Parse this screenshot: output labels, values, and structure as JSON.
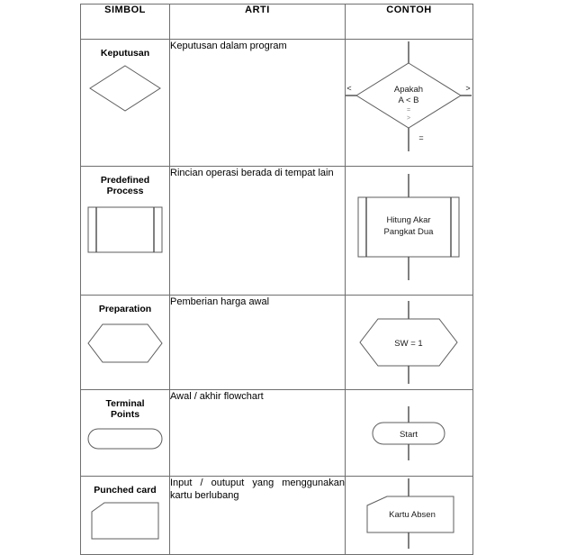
{
  "table": {
    "headers": [
      "SIMBOL",
      "ARTI",
      "CONTOH"
    ],
    "rows": [
      {
        "symbol_name": "Keputusan",
        "symbol_shape": "diamond",
        "meaning": "Keputusan dalam program",
        "example": {
          "shape": "diamond",
          "text_lines": [
            "Apakah",
            "A  <  B"
          ],
          "faint_lines": [
            "=",
            ">"
          ],
          "branch_labels": {
            "left": "<",
            "right": ">",
            "bottom": "="
          }
        }
      },
      {
        "symbol_name_line1": "Predefined",
        "symbol_name_line2": "Process",
        "symbol_shape": "predefined-process",
        "meaning": "Rincian  operasi  berada  di  tempat lain",
        "example": {
          "shape": "predefined-process",
          "text_lines": [
            "Hitung Akar",
            "Pangkat Dua"
          ]
        }
      },
      {
        "symbol_name": "Preparation",
        "symbol_shape": "hexagon",
        "meaning": "Pemberian harga awal",
        "example": {
          "shape": "hexagon",
          "text_lines": [
            "SW = 1"
          ]
        }
      },
      {
        "symbol_name_line1": "Terminal",
        "symbol_name_line2": "Points",
        "symbol_shape": "stadium",
        "meaning": "Awal / akhir flowchart",
        "example": {
          "shape": "stadium",
          "text_lines": [
            "Start"
          ]
        }
      },
      {
        "symbol_name": "Punched card",
        "symbol_shape": "punched-card",
        "meaning": "Input / outuput yang menggunakan kartu berlubang",
        "example": {
          "shape": "punched-card",
          "text_lines": [
            "Kartu Absen"
          ]
        }
      }
    ]
  },
  "colors": {
    "border": "#6f6f6f",
    "shape_stroke": "#5d5d5d",
    "connector": "#4a4a4a",
    "text": "#000000",
    "background": "#ffffff"
  }
}
